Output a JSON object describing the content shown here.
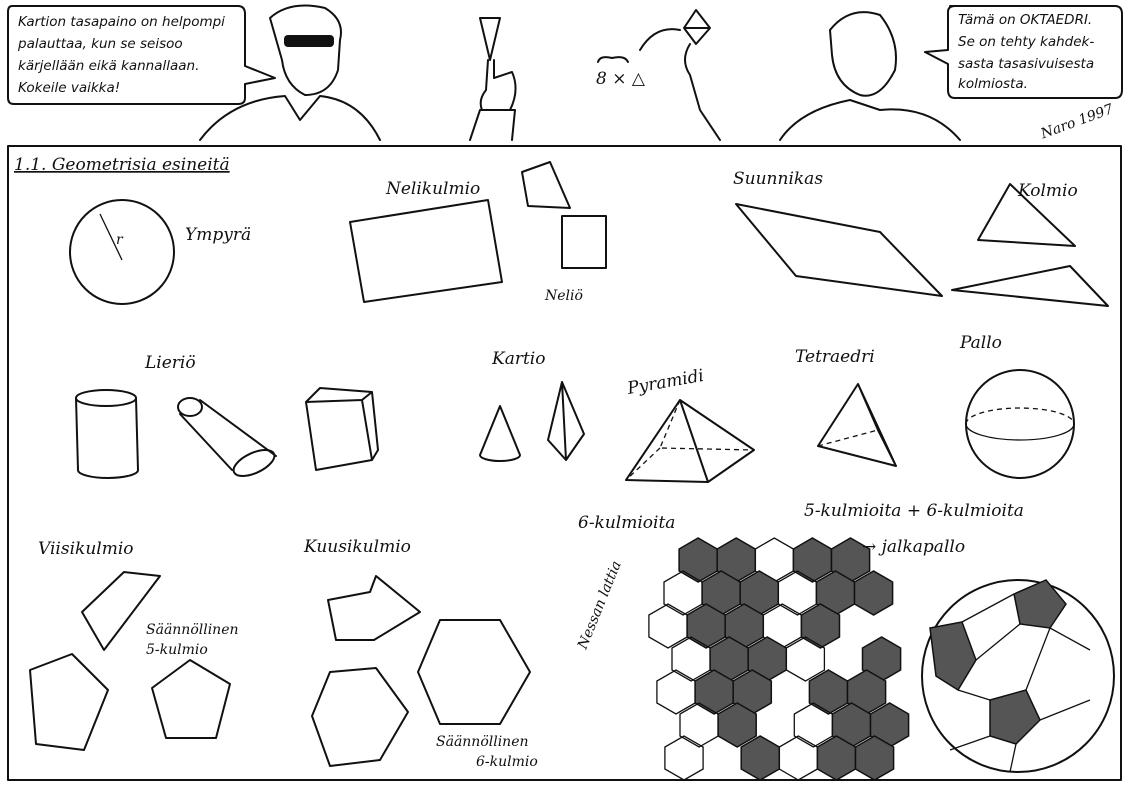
{
  "speech_left": {
    "lines": [
      "Kartion tasapaino on helpompi",
      "palauttaa, kun se seisoo",
      "kärjellään eikä kannallaan.",
      "Kokeile vaikka!"
    ]
  },
  "speech_right": {
    "lines": [
      "Tämä on OKTAEDRI.",
      "Se on tehty kahdek-",
      "sasta tasasivuisesta",
      "kolmiosta."
    ]
  },
  "octahedron_note": "8 × △",
  "signature": "Naro 1997",
  "section_title": "1.1. Geometrisia esineitä",
  "shapes": {
    "circle": "Ympyrä",
    "radius": "r",
    "quadrilateral": "Nelikulmio",
    "square": "Neliö",
    "parallelogram": "Suunnikas",
    "triangle": "Kolmio",
    "cylinder": "Lieriö",
    "cone": "Kartio",
    "pyramid": "Pyramidi",
    "tetrahedron": "Tetraedri",
    "sphere": "Pallo",
    "pentagon": "Viisikulmio",
    "regular_pentagon": [
      "Säännöllinen",
      "5-kulmio"
    ],
    "hexagon": "Kuusikulmio",
    "regular_hexagon": [
      "Säännöllinen",
      "6-kulmio"
    ],
    "hexagons": "6-kulmioita",
    "floor": "Nessan lattia",
    "football_formula": "5-kulmioita + 6-kulmioita",
    "football": "→ jalkapallo"
  }
}
